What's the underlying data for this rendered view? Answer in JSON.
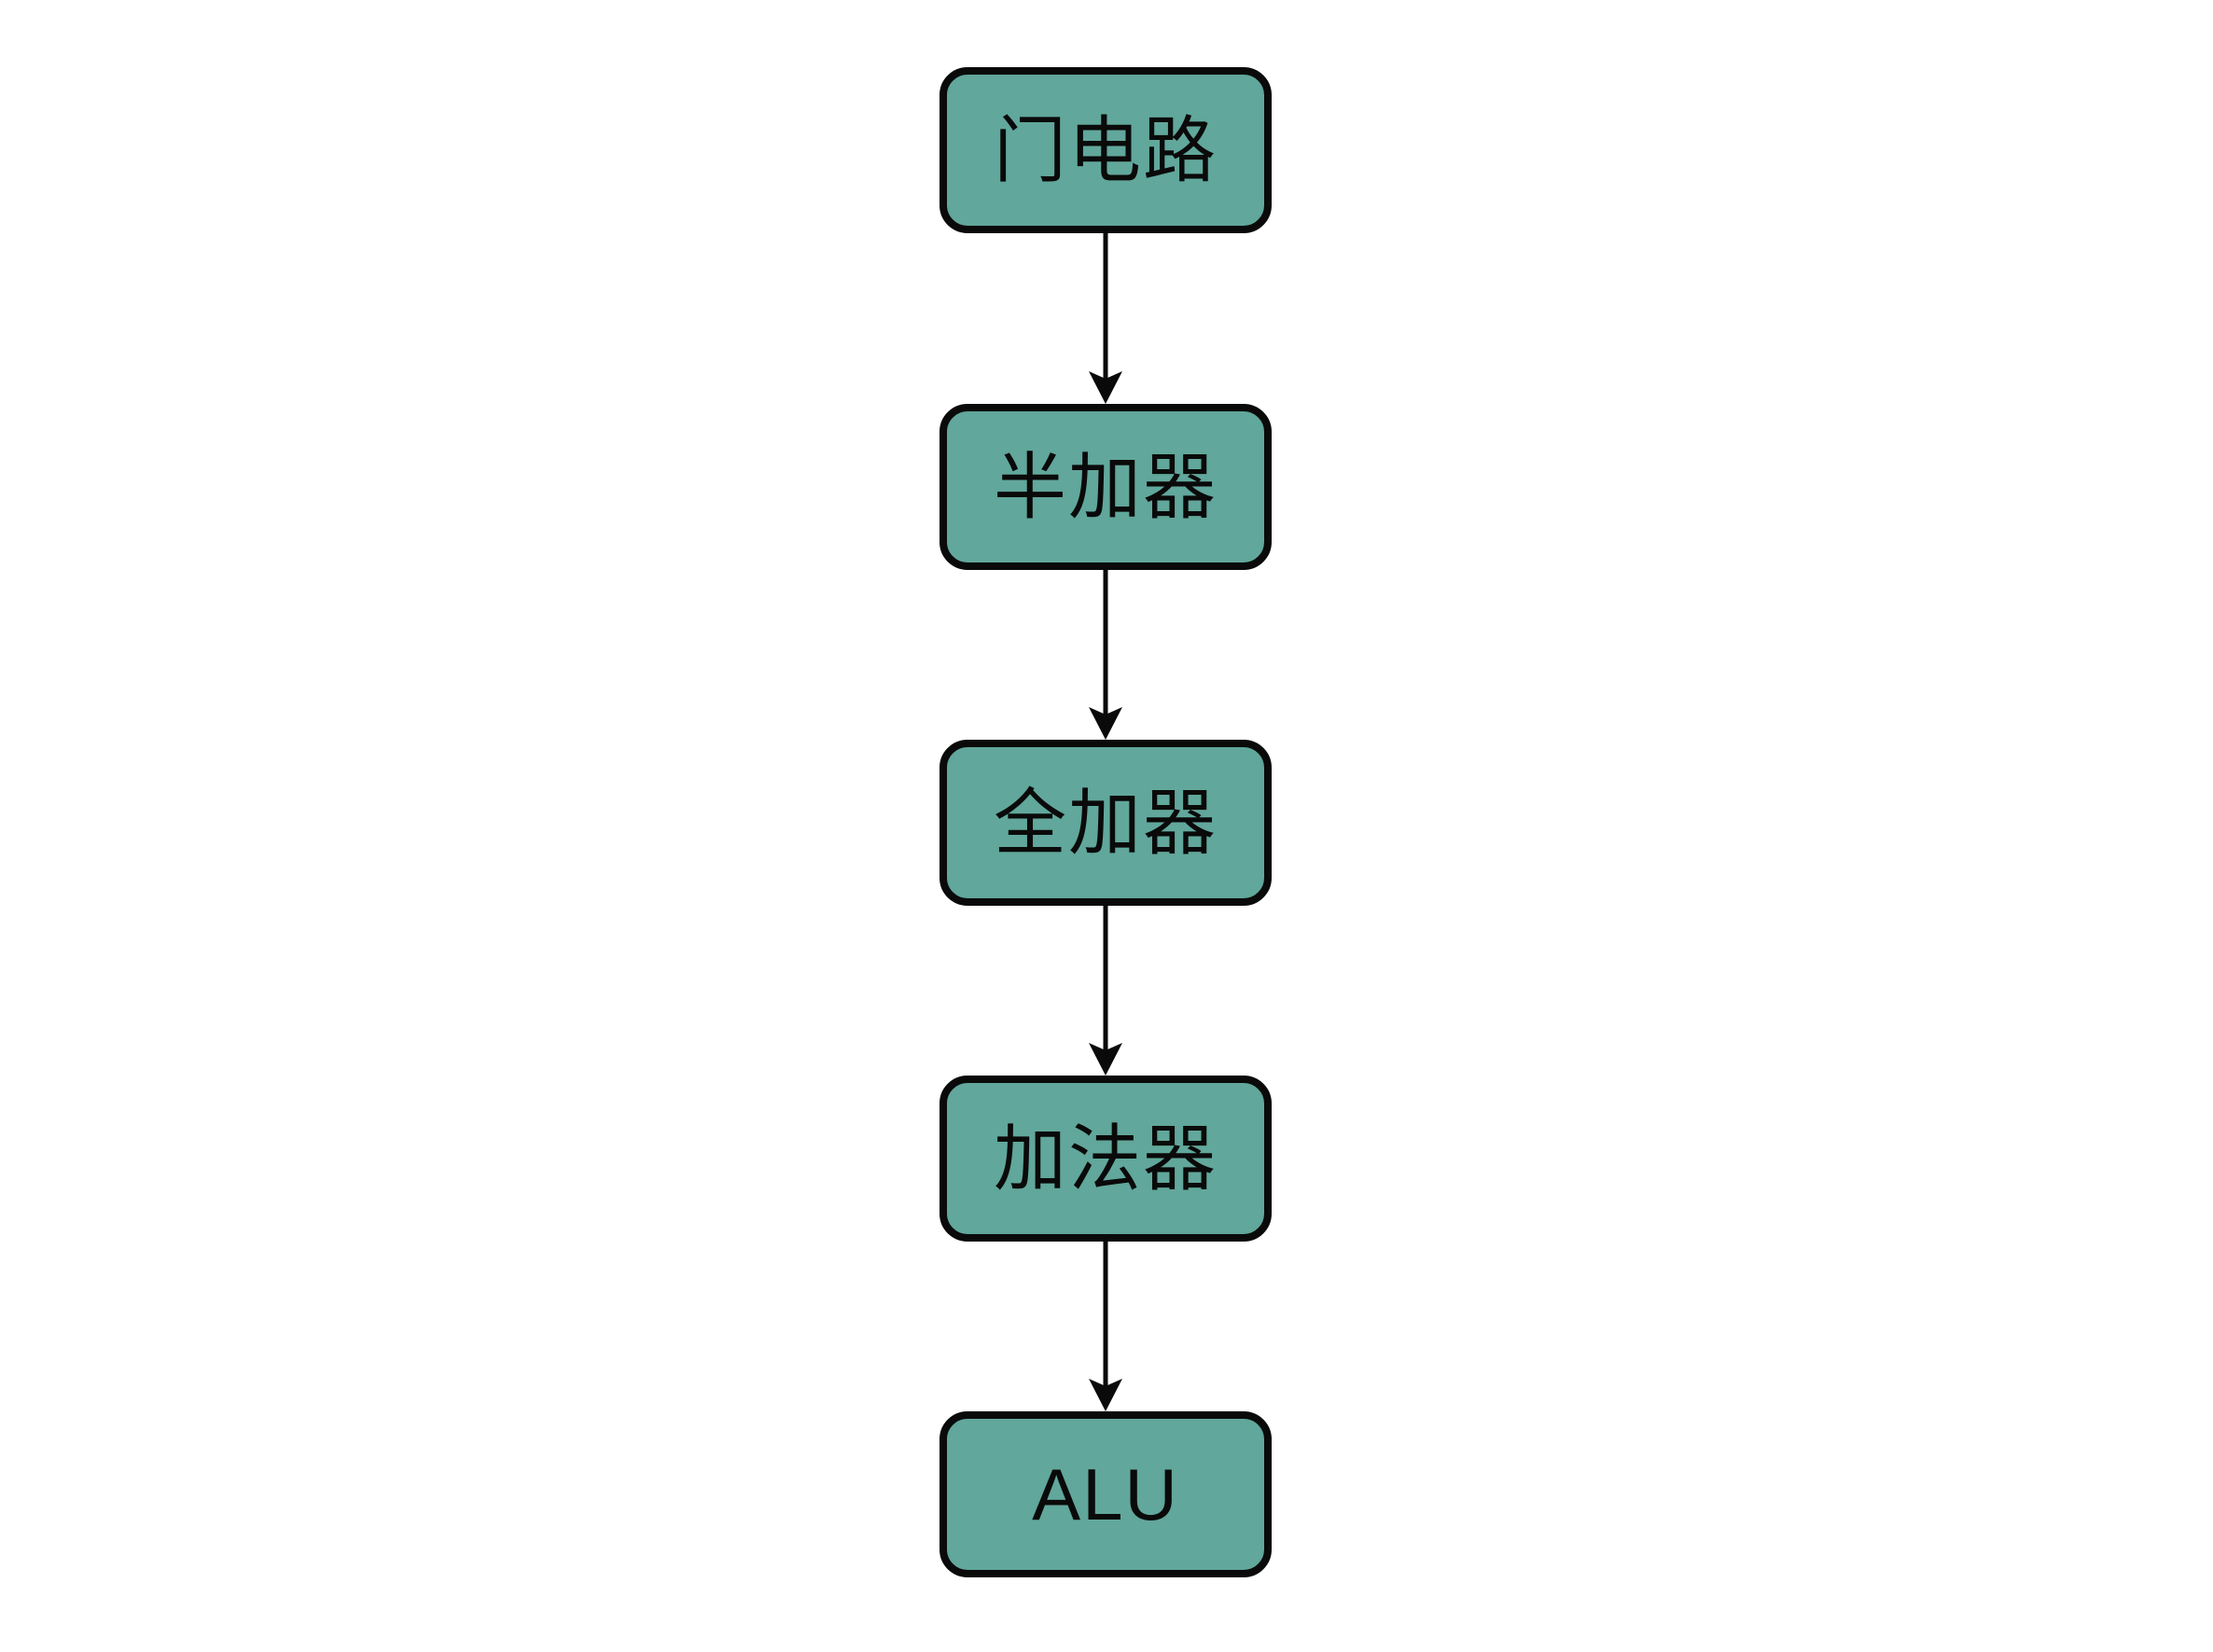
{
  "theme": {
    "background": "#ffffff",
    "node_fill": "#61a79b",
    "node_border": "#0a0a0a",
    "arrow_color": "#0a0a0a",
    "text_color": "#0a0a0a"
  },
  "flowchart": {
    "type": "flowchart",
    "direction": "top-down",
    "nodes": [
      {
        "id": "gate-circuit",
        "label": "门电路"
      },
      {
        "id": "half-adder",
        "label": "半加器"
      },
      {
        "id": "full-adder",
        "label": "全加器"
      },
      {
        "id": "adder",
        "label": "加法器"
      },
      {
        "id": "alu",
        "label": "ALU"
      }
    ],
    "edges": [
      {
        "from": "门电路",
        "to": "半加器",
        "style": "arrow-down"
      },
      {
        "from": "半加器",
        "to": "全加器",
        "style": "arrow-down"
      },
      {
        "from": "全加器",
        "to": "加法器",
        "style": "arrow-down"
      },
      {
        "from": "加法器",
        "to": "ALU",
        "style": "arrow-down"
      }
    ]
  }
}
